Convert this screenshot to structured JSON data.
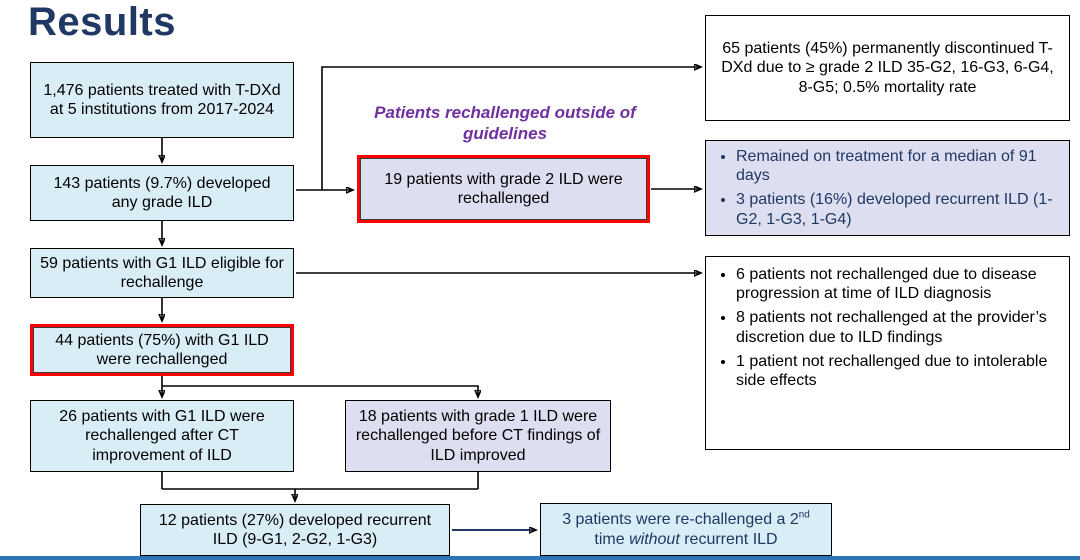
{
  "slide": {
    "title": "Results",
    "callout": "Patients rechallenged outside of guidelines"
  },
  "colors": {
    "navy": "#1F3864",
    "purple": "#7030A0",
    "red": "#FF0000",
    "light_blue": "#D9EDF7",
    "lavender": "#DDDEEF",
    "footer_blue": "#2E75B6"
  },
  "flow": {
    "treated": "1,476 patients treated with T-DXd at 5 institutions from 2017-2024",
    "any_ild": "143 patients (9.7%) developed any grade ILD",
    "eligible": "59 patients with G1 ILD eligible for rechallenge",
    "rechallenged": "44 patients (75%) with G1 ILD were rechallenged",
    "after_ct": "26 patients with G1 ILD were rechallenged after CT improvement of ILD",
    "before_ct": "18 patients with grade 1 ILD were rechallenged before CT findings of ILD improved",
    "recurrent": "12 patients (27%) developed recurrent ILD (9-G1, 2-G2, 1-G3)",
    "grade2_rechallenged": "19 patients with grade 2 ILD were rechallenged",
    "second_rechallenge": {
      "prefix": "3 patients were re-challenged a 2",
      "superscript": "nd",
      "middle": " time ",
      "emphasis": "without",
      "suffix": " recurrent ILD"
    }
  },
  "right_panels": {
    "discontinued": "65 patients (45%) permanently discontinued T-DXd due to ≥ grade 2 ILD 35-G2, 16-G3, 6-G4, 8-G5; 0.5% mortality rate",
    "grade2_outcomes": [
      "Remained on treatment for a median of 91 days",
      "3 patients (16%) developed recurrent ILD (1-G2, 1-G3, 1-G4)"
    ],
    "not_rechallenged_reasons": [
      "6 patients not rechallenged due to disease progression at time of ILD diagnosis",
      "8 patients not rechallenged at the provider’s discretion due to ILD findings",
      "1 patient not rechallenged due to intolerable side effects"
    ]
  }
}
